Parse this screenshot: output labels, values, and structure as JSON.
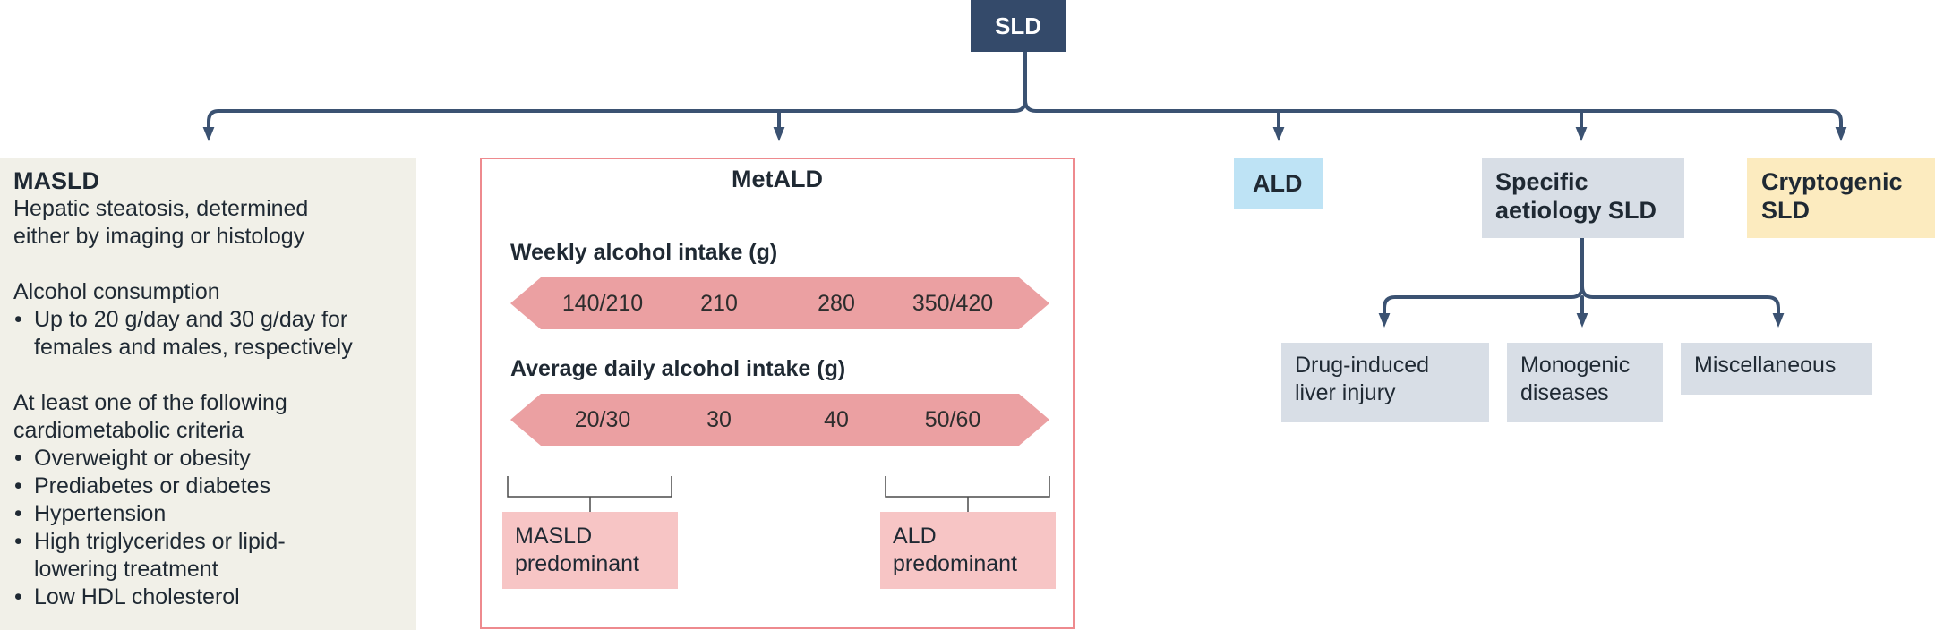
{
  "root": {
    "label": "SLD"
  },
  "masld": {
    "title": "MASLD",
    "line1": "Hepatic steatosis, determined",
    "line2": "either by imaging or histology",
    "alcohol_heading": "Alcohol consumption",
    "alcohol_bullet_line1": "Up to 20 g/day and 30 g/day for",
    "alcohol_bullet_line2": "females and males, respectively",
    "criteria_heading_line1": "At least one of the following",
    "criteria_heading_line2": "cardiometabolic criteria",
    "criteria": {
      "overweight": "Overweight or obesity",
      "prediabetes": "Prediabetes or diabetes",
      "hypertension": "Hypertension",
      "triglycerides_line1": "High triglycerides or lipid-",
      "triglycerides_line2": "lowering treatment",
      "hdl": "Low HDL cholesterol"
    }
  },
  "metald": {
    "title": "MetALD",
    "weekly_label": "Weekly alcohol intake (g)",
    "weekly_values": [
      "140/210",
      "210",
      "280",
      "350/420"
    ],
    "daily_label": "Average daily alcohol intake (g)",
    "daily_values": [
      "20/30",
      "30",
      "40",
      "50/60"
    ],
    "masld_predominant_line1": "MASLD",
    "masld_predominant_line2": "predominant",
    "ald_predominant_line1": "ALD",
    "ald_predominant_line2": "predominant"
  },
  "ald": {
    "label": "ALD"
  },
  "specific": {
    "label_line1": "Specific",
    "label_line2": "aetiology SLD",
    "children": {
      "dili_line1": "Drug-induced",
      "dili_line2": "liver injury",
      "mono_line1": "Monogenic",
      "mono_line2": "diseases",
      "misc": "Miscellaneous"
    }
  },
  "cryptogenic": {
    "label_line1": "Cryptogenic",
    "label_line2": "SLD"
  },
  "colors": {
    "root": "#344a6a",
    "connector": "#3b5272",
    "masld_bg": "#f1f0e8",
    "metald_border": "#ee8a8e",
    "arrow_band": "#eba0a2",
    "predominant_bg": "#f7c5c5",
    "ald_bg": "#bee3f5",
    "specific_bg": "#d8dee6",
    "cryptogenic_bg": "#fcebbf"
  }
}
